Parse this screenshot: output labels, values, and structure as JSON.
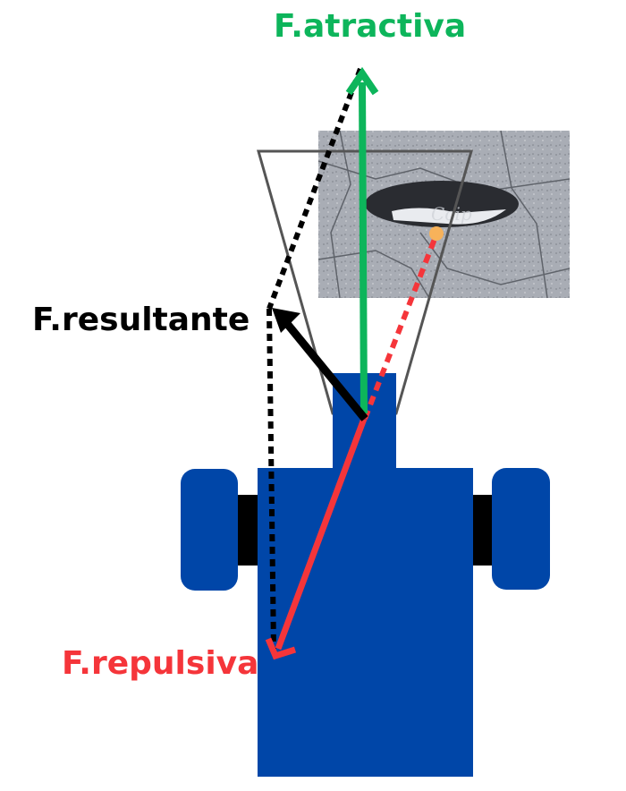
{
  "labels": {
    "attractive": "F.atractiva",
    "resultant": "F.resultante",
    "repulsive": "F.repulsiva"
  },
  "photo": {
    "watermark": "Ccip"
  },
  "colors": {
    "attractive": "#0db55b",
    "repulsive": "#f5353a",
    "resultant": "#000000",
    "robot_body": "#0046a8",
    "axle": "#000000",
    "sensor_cone": "#555555",
    "obstacle_point": "#f7b25a"
  }
}
